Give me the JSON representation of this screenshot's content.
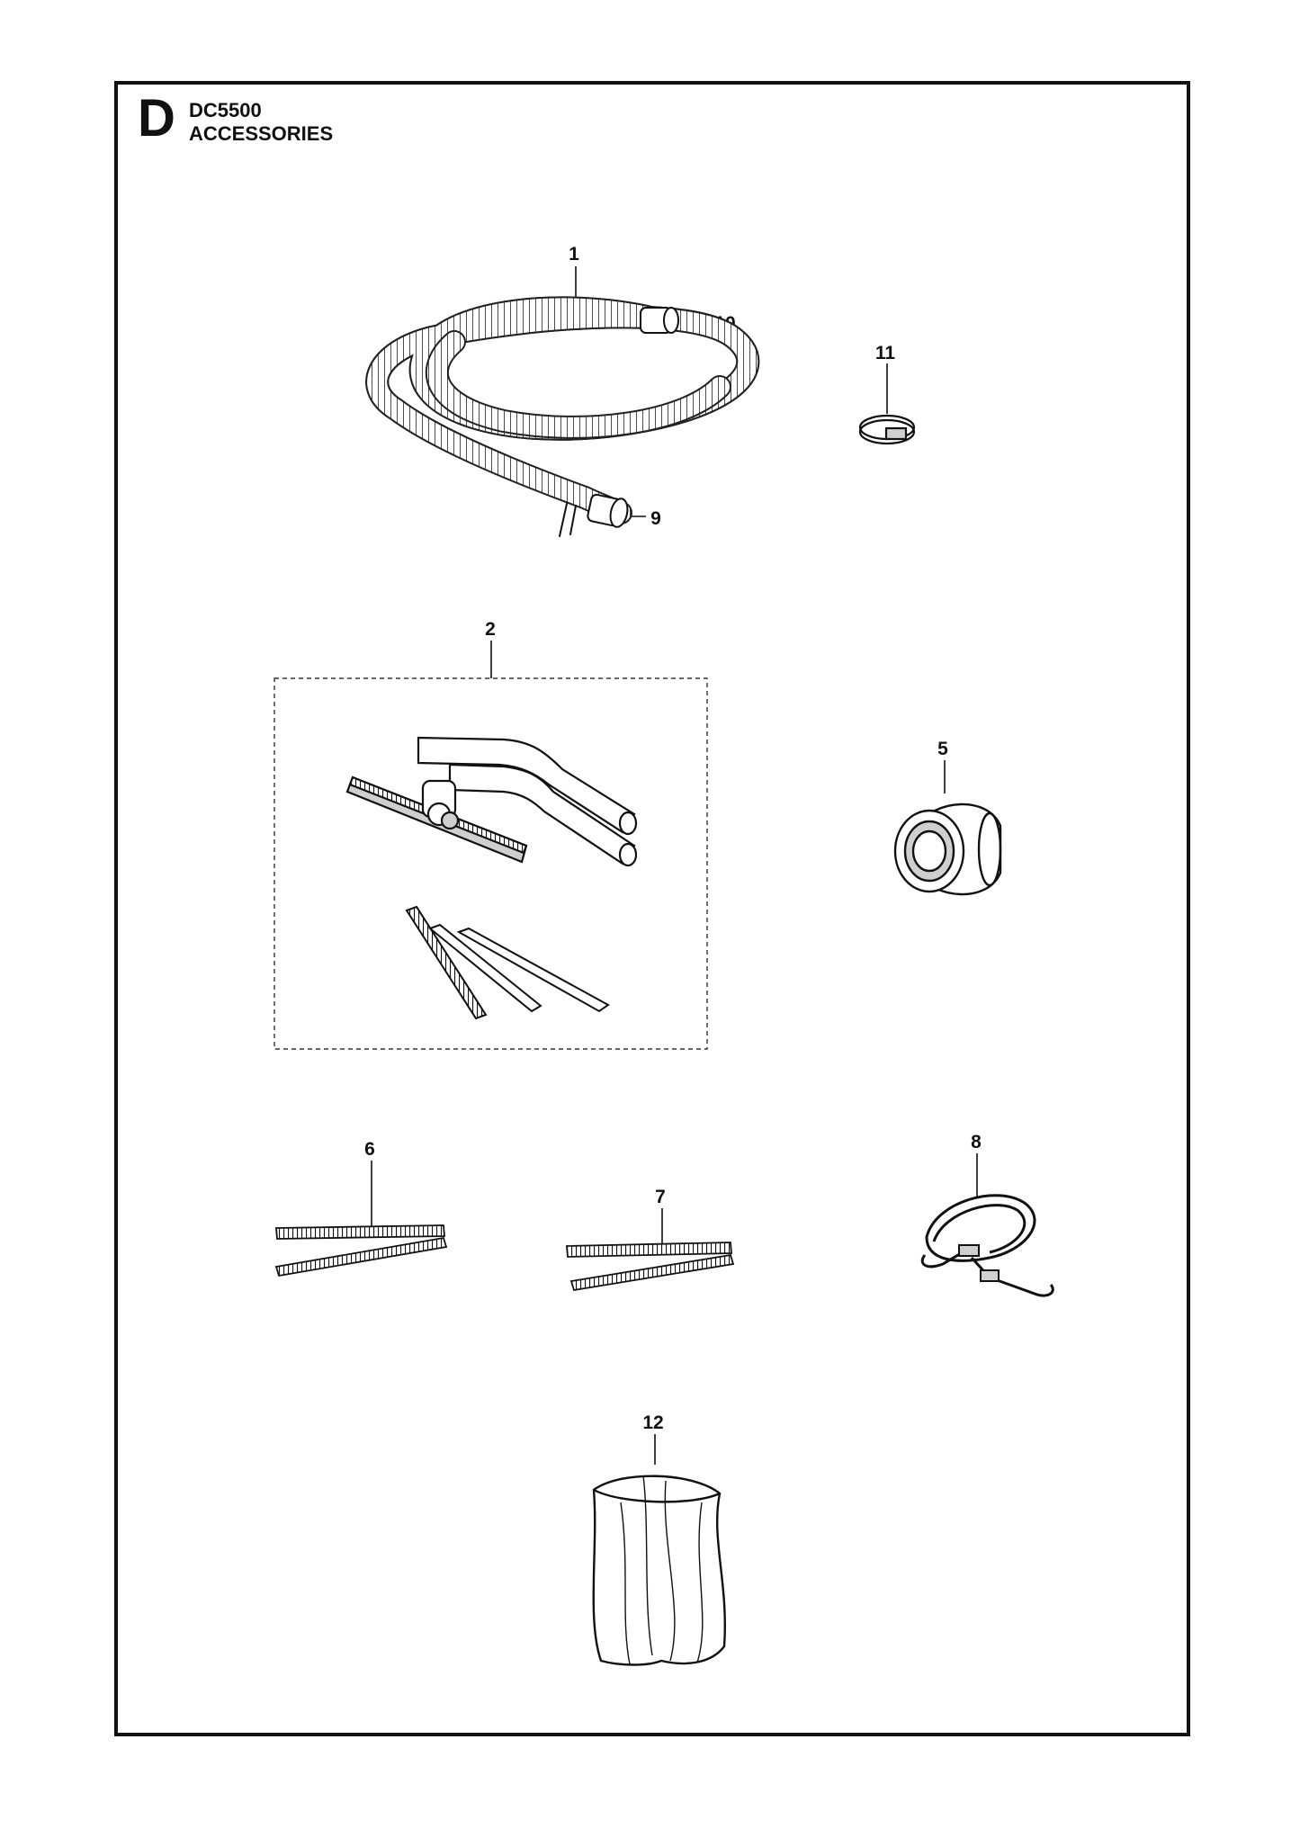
{
  "header": {
    "section_letter": "D",
    "model": "DC5500",
    "title": "ACCESSORIES"
  },
  "callouts": [
    "1",
    "10",
    "11",
    "9",
    "2",
    "5",
    "6",
    "7",
    "8",
    "12"
  ],
  "colors": {
    "ink": "#111111",
    "paper": "#ffffff",
    "shade": "#cfcfcf"
  }
}
